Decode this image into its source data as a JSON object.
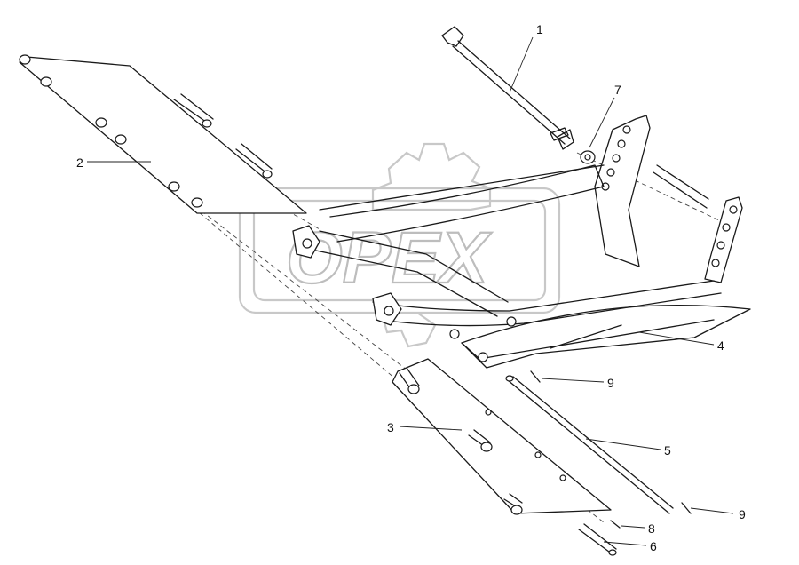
{
  "watermark": {
    "text": "OPEX",
    "color": "#bdbdbd"
  },
  "callouts": [
    {
      "id": "1",
      "label": "1"
    },
    {
      "id": "2",
      "label": "2"
    },
    {
      "id": "3",
      "label": "3"
    },
    {
      "id": "4",
      "label": "4"
    },
    {
      "id": "5",
      "label": "5"
    },
    {
      "id": "6",
      "label": "6"
    },
    {
      "id": "7",
      "label": "7"
    },
    {
      "id": "8",
      "label": "8"
    },
    {
      "id": "9a",
      "label": "9"
    },
    {
      "id": "9b",
      "label": "9"
    }
  ],
  "colors": {
    "line": "#1a1a1a",
    "background": "#ffffff"
  }
}
